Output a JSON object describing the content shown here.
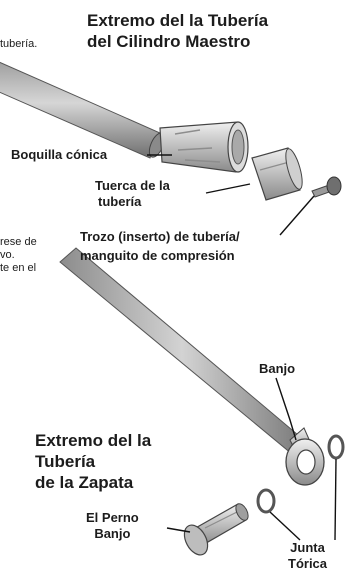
{
  "headings": {
    "master_end_line1": "Extremo del la Tubería",
    "master_end_line2": "del Cilindro Maestro",
    "caliper_end_line1": "Extremo del la",
    "caliper_end_line2": "Tubería",
    "caliper_end_line3": "de la Zapata"
  },
  "labels": {
    "conical_nut": "Boquilla cónica",
    "tube_nut_line1": "Tuerca de la",
    "tube_nut_line2": "tubería",
    "insert_line1": "Trozo (inserto) de tubería/",
    "insert_line2": "manguito de compresión",
    "banjo": "Banjo",
    "banjo_bolt_line1": "El Perno",
    "banjo_bolt_line2": "Banjo",
    "o_ring_line1": "Junta",
    "o_ring_line2": "Tórica"
  },
  "cut_text": {
    "top_left": "tubería.",
    "mid_left_line1": "rese de",
    "mid_left_line2": "vo.",
    "mid_left_line3": "te en el"
  },
  "colors": {
    "hose_light": "#b9b9b9",
    "hose_dark": "#7a7a7a",
    "metal": "#c8c8c8",
    "outline": "#444444"
  }
}
